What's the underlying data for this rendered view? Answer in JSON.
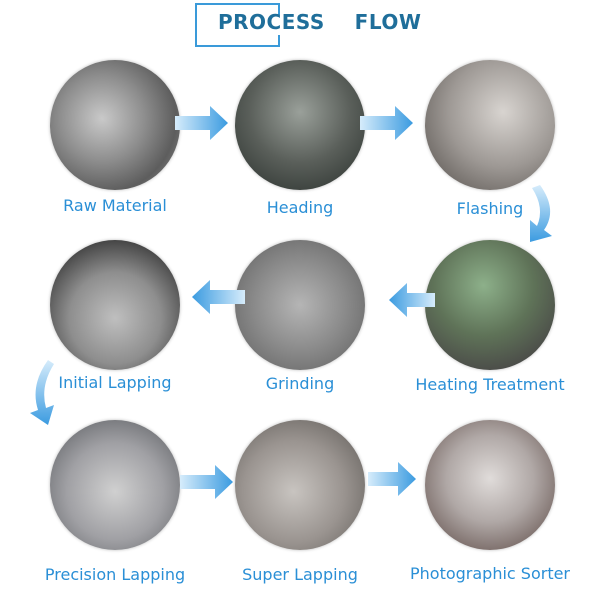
{
  "title": "PROCESS    FLOW",
  "steps": [
    {
      "label": "Raw Material",
      "bg": "radial-gradient(circle at 40% 45%,#c9c9c9,#8e8e8e 40%,#5d5d5d 70%,#9a9a9a)"
    },
    {
      "label": "Heading",
      "bg": "radial-gradient(circle at 50% 40%,#9aa09a,#5a5f5a 50%,#3c423e 80%)"
    },
    {
      "label": "Flashing",
      "bg": "radial-gradient(circle at 60% 40%,#d8d4d0,#9d9894 50%,#6f6a66 80%)"
    },
    {
      "label": "Heating Treatment",
      "bg": "radial-gradient(circle at 45% 35%,#8db08a,#5f7358 45%,#4a4a48 80%)"
    },
    {
      "label": "Grinding",
      "bg": "radial-gradient(circle at 50% 50%,#b5b5b5,#8a8a8a 50%,#6a6a6a 85%)"
    },
    {
      "label": "Initial Lapping",
      "bg": "radial-gradient(circle at 50% 60%,#bfbfbf,#8e8e8e 45%,#3e3e3e 80%)"
    },
    {
      "label": "Precision Lapping",
      "bg": "radial-gradient(circle at 50% 55%,#d0d0d0,#a0a0a4 50%,#6a6c70 85%)"
    },
    {
      "label": "Super Lapping",
      "bg": "radial-gradient(circle at 45% 55%,#c8c4c0,#9a9490 50%,#6c6864 85%)"
    },
    {
      "label": "Photographic Sorter",
      "bg": "radial-gradient(circle at 50% 45%,#e0dcda,#b0a8a6 45%,#6e5e5a 85%)"
    }
  ],
  "colors": {
    "accent": "#2a8fd6",
    "title": "#1f6e9a"
  }
}
